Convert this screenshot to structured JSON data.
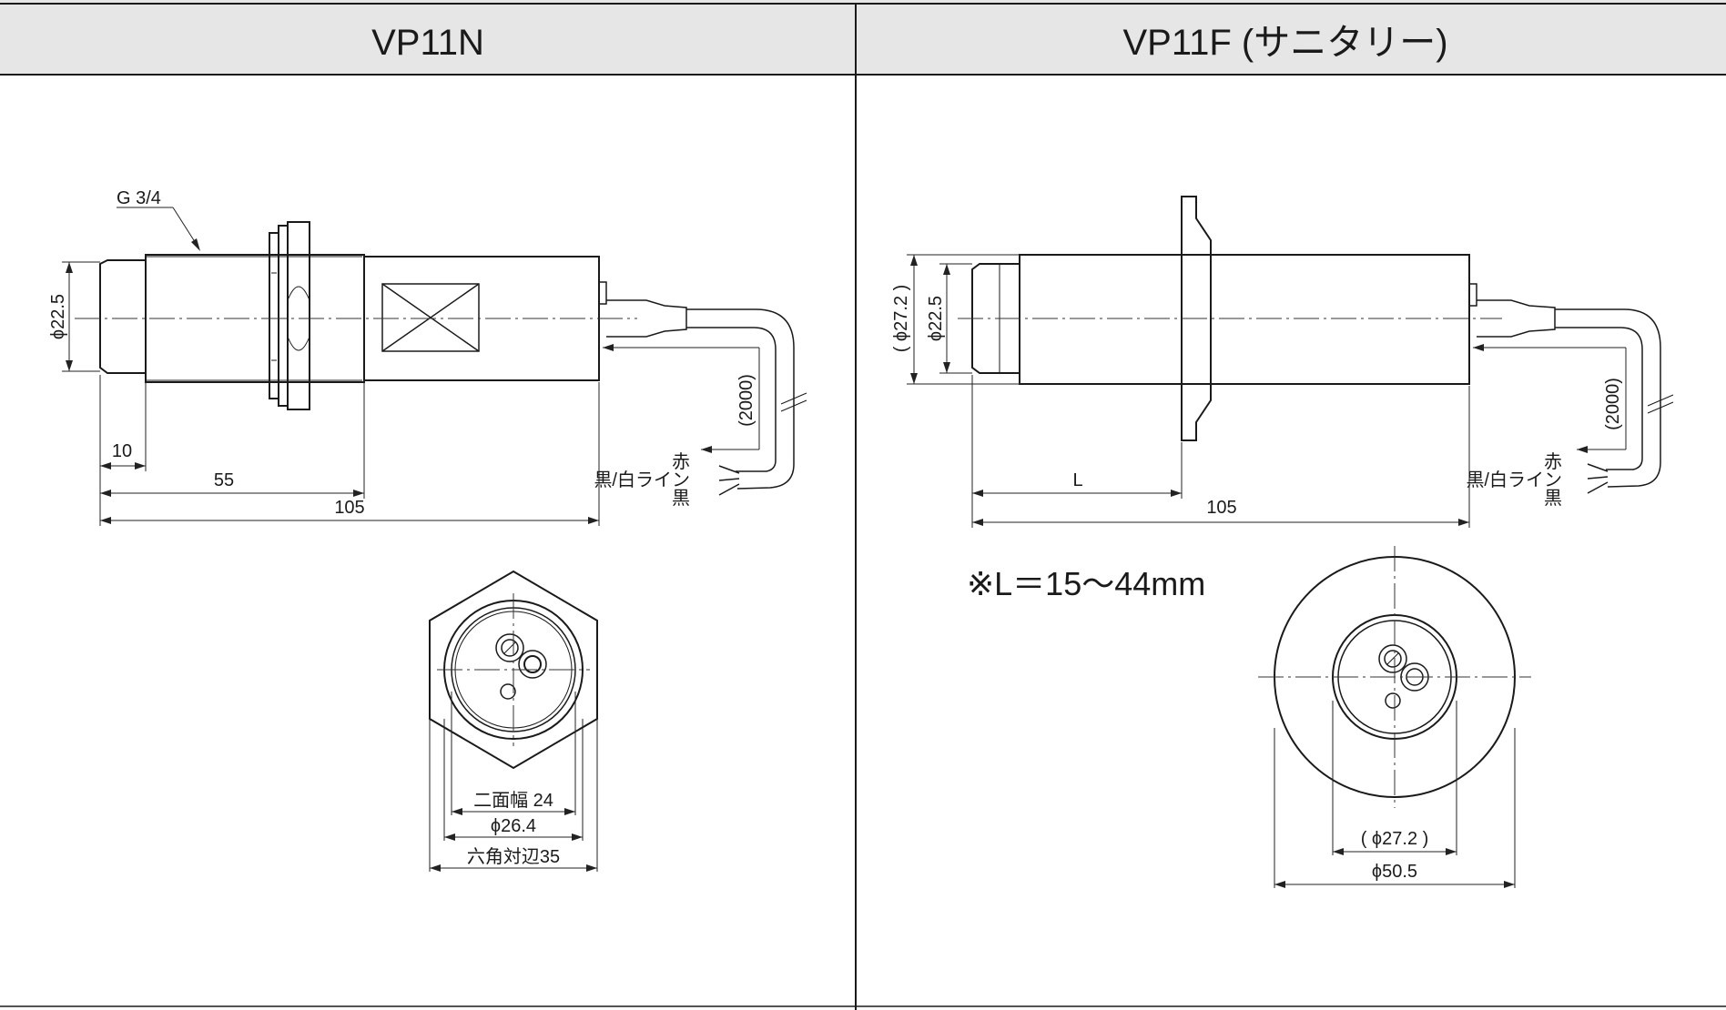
{
  "headers": {
    "left": "VP11N",
    "right": "VP11F (サニタリー)"
  },
  "vp11n": {
    "thread": "G 3/4",
    "dia": "ϕ22.5",
    "len_tip": "10",
    "len_body": "55",
    "len_total": "105",
    "cable": "(2000)",
    "wire_red": "赤",
    "wire_line": "黒/白ライン",
    "wire_black": "黒",
    "across_flats": "二面幅 24",
    "dia_face": "ϕ26.4",
    "hex_size": "六角対辺35"
  },
  "vp11f": {
    "dia_outer": "( ϕ27.2 )",
    "dia_inner": "ϕ22.5",
    "len_l": "L",
    "len_total": "105",
    "cable": "(2000)",
    "wire_red": "赤",
    "wire_line": "黒/白ライン",
    "wire_black": "黒",
    "note": "※L＝15～44mm",
    "dia_face": "( ϕ27.2 )",
    "dia_flange": "ϕ50.5"
  }
}
